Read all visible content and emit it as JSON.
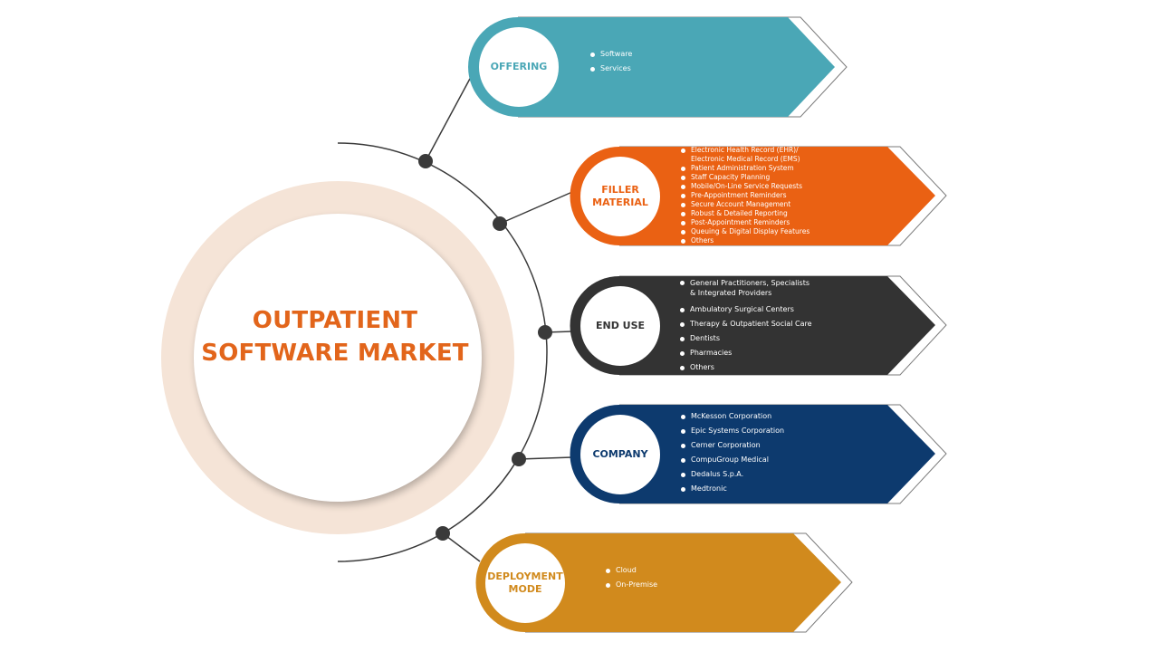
{
  "title": {
    "line1": "OUTPATIENT",
    "line2": "SOFTWARE MARKET"
  },
  "colors": {
    "title": "#e2651b",
    "ring": "#f5e4d7",
    "connector": "#3a3a3a"
  },
  "segments": [
    {
      "name": "OFFERING",
      "color": "#4aa7b6",
      "items": [
        "Software",
        "Services"
      ]
    },
    {
      "name": "FILLER MATERIAL",
      "color": "#ea6113",
      "items": [
        "Electronic Health Record (EHR)/\nElectronic Medical Record (EMS)",
        "Patient Administration System",
        "Staff Capacity Planning",
        "Mobile/On-Line Service Requests",
        "Pre-Appointment Reminders",
        "Secure Account Management",
        "Robust & Detailed Reporting",
        "Post-Appointment Reminders",
        "Queuing & Digital Display Features",
        "Others"
      ]
    },
    {
      "name": "END USE",
      "color": "#333333",
      "items": [
        "General Practitioners, Specialists\n& Integrated Providers",
        "Ambulatory Surgical Centers",
        "Therapy & Outpatient Social Care",
        "Dentists",
        "Pharmacies",
        "Others"
      ]
    },
    {
      "name": "COMPANY",
      "color": "#0d3a6e",
      "items": [
        "McKesson Corporation",
        "Epic Systems Corporation",
        "Cerner Corporation",
        "CompuGroup Medical",
        "Dedalus S.p.A.",
        "Medtronic"
      ]
    },
    {
      "name": "DEPLOYMENT MODE",
      "color": "#d18a1d",
      "items": [
        "Cloud",
        "On-Premise"
      ]
    }
  ]
}
